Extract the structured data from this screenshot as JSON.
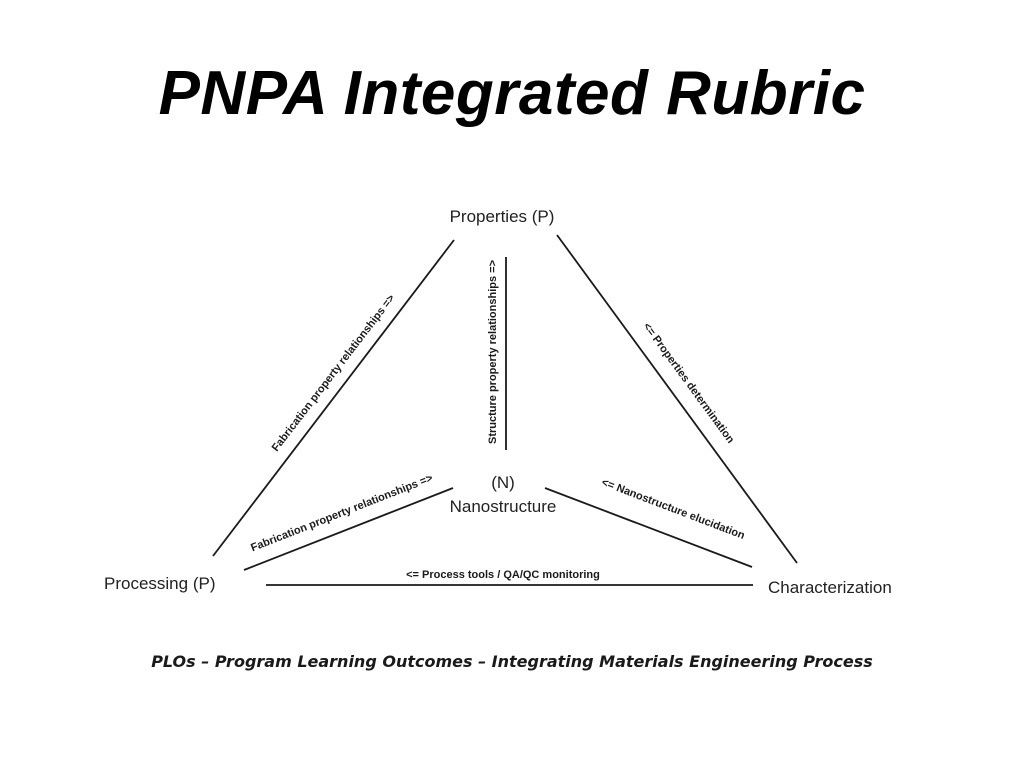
{
  "slide": {
    "title": "PNPA Integrated Rubric",
    "caption": "PLOs – Program Learning Outcomes – Integrating Materials Engineering Process"
  },
  "diagram": {
    "nodes": {
      "properties": "Properties (P)",
      "nanostructure_symbol": "(N)",
      "nanostructure": "Nanostructure",
      "processing": "Processing (P)",
      "characterization": "Characterization"
    },
    "edges": {
      "processing_to_properties": "Fabrication property relationships =>",
      "structure_to_properties": "Structure property relationships =>",
      "characterization_to_properties": "<= Properties determination",
      "processing_to_nanostructure": "Fabrication property relationships =>",
      "characterization_to_nanostructure": "<= Nanostructure elucidation",
      "characterization_to_processing": "<= Process tools / QA/QC monitoring"
    }
  }
}
